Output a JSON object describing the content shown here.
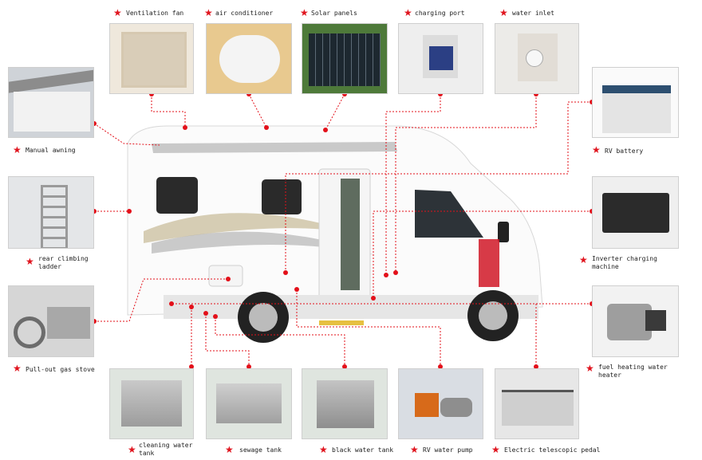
{
  "parts": [
    {
      "id": "ventilation-fan",
      "label": "Ventilation fan"
    },
    {
      "id": "air-conditioner",
      "label": "air conditioner"
    },
    {
      "id": "solar-panels",
      "label": "Solar panels"
    },
    {
      "id": "charging-port",
      "label": "charging port"
    },
    {
      "id": "water-inlet",
      "label": "water inlet"
    },
    {
      "id": "manual-awning",
      "label": "Manual awning"
    },
    {
      "id": "rv-battery",
      "label": "RV battery"
    },
    {
      "id": "rear-climbing-ladder",
      "label": "rear climbing ladder"
    },
    {
      "id": "inverter-charging-machine",
      "label": "Inverter charging machine"
    },
    {
      "id": "pull-out-gas-stove",
      "label": "Pull-out gas stove"
    },
    {
      "id": "fuel-heating-water-heater",
      "label": "fuel heating water heater"
    },
    {
      "id": "cleaning-water-tank",
      "label": "cleaning water tank"
    },
    {
      "id": "sewage-tank",
      "label": "sewage tank"
    },
    {
      "id": "black-water-tank",
      "label": "black water tank"
    },
    {
      "id": "rv-water-pump",
      "label": "RV water pump"
    },
    {
      "id": "electric-telescopic-pedal",
      "label": "Electric telescopic pedal"
    }
  ],
  "colors": {
    "marker": "#e3101a",
    "leader": "#e3101a",
    "star": "#e0141e"
  }
}
